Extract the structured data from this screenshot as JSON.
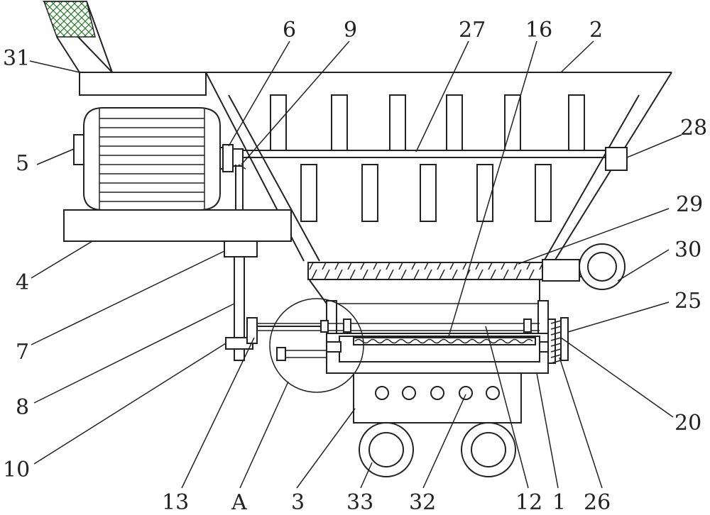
{
  "colors": {
    "ink": "#222222",
    "background": "#ffffff"
  },
  "callouts": {
    "c1": "1",
    "c2": "2",
    "c3": "3",
    "c4": "4",
    "c5": "5",
    "c6": "6",
    "c7": "7",
    "c8": "8",
    "c9": "9",
    "c10": "10",
    "c12": "12",
    "c13": "13",
    "c16": "16",
    "c20": "20",
    "c25": "25",
    "c26": "26",
    "c27": "27",
    "c28": "28",
    "c29": "29",
    "c30": "30",
    "c31": "31",
    "c32": "32",
    "c33": "33",
    "cA": "A"
  }
}
